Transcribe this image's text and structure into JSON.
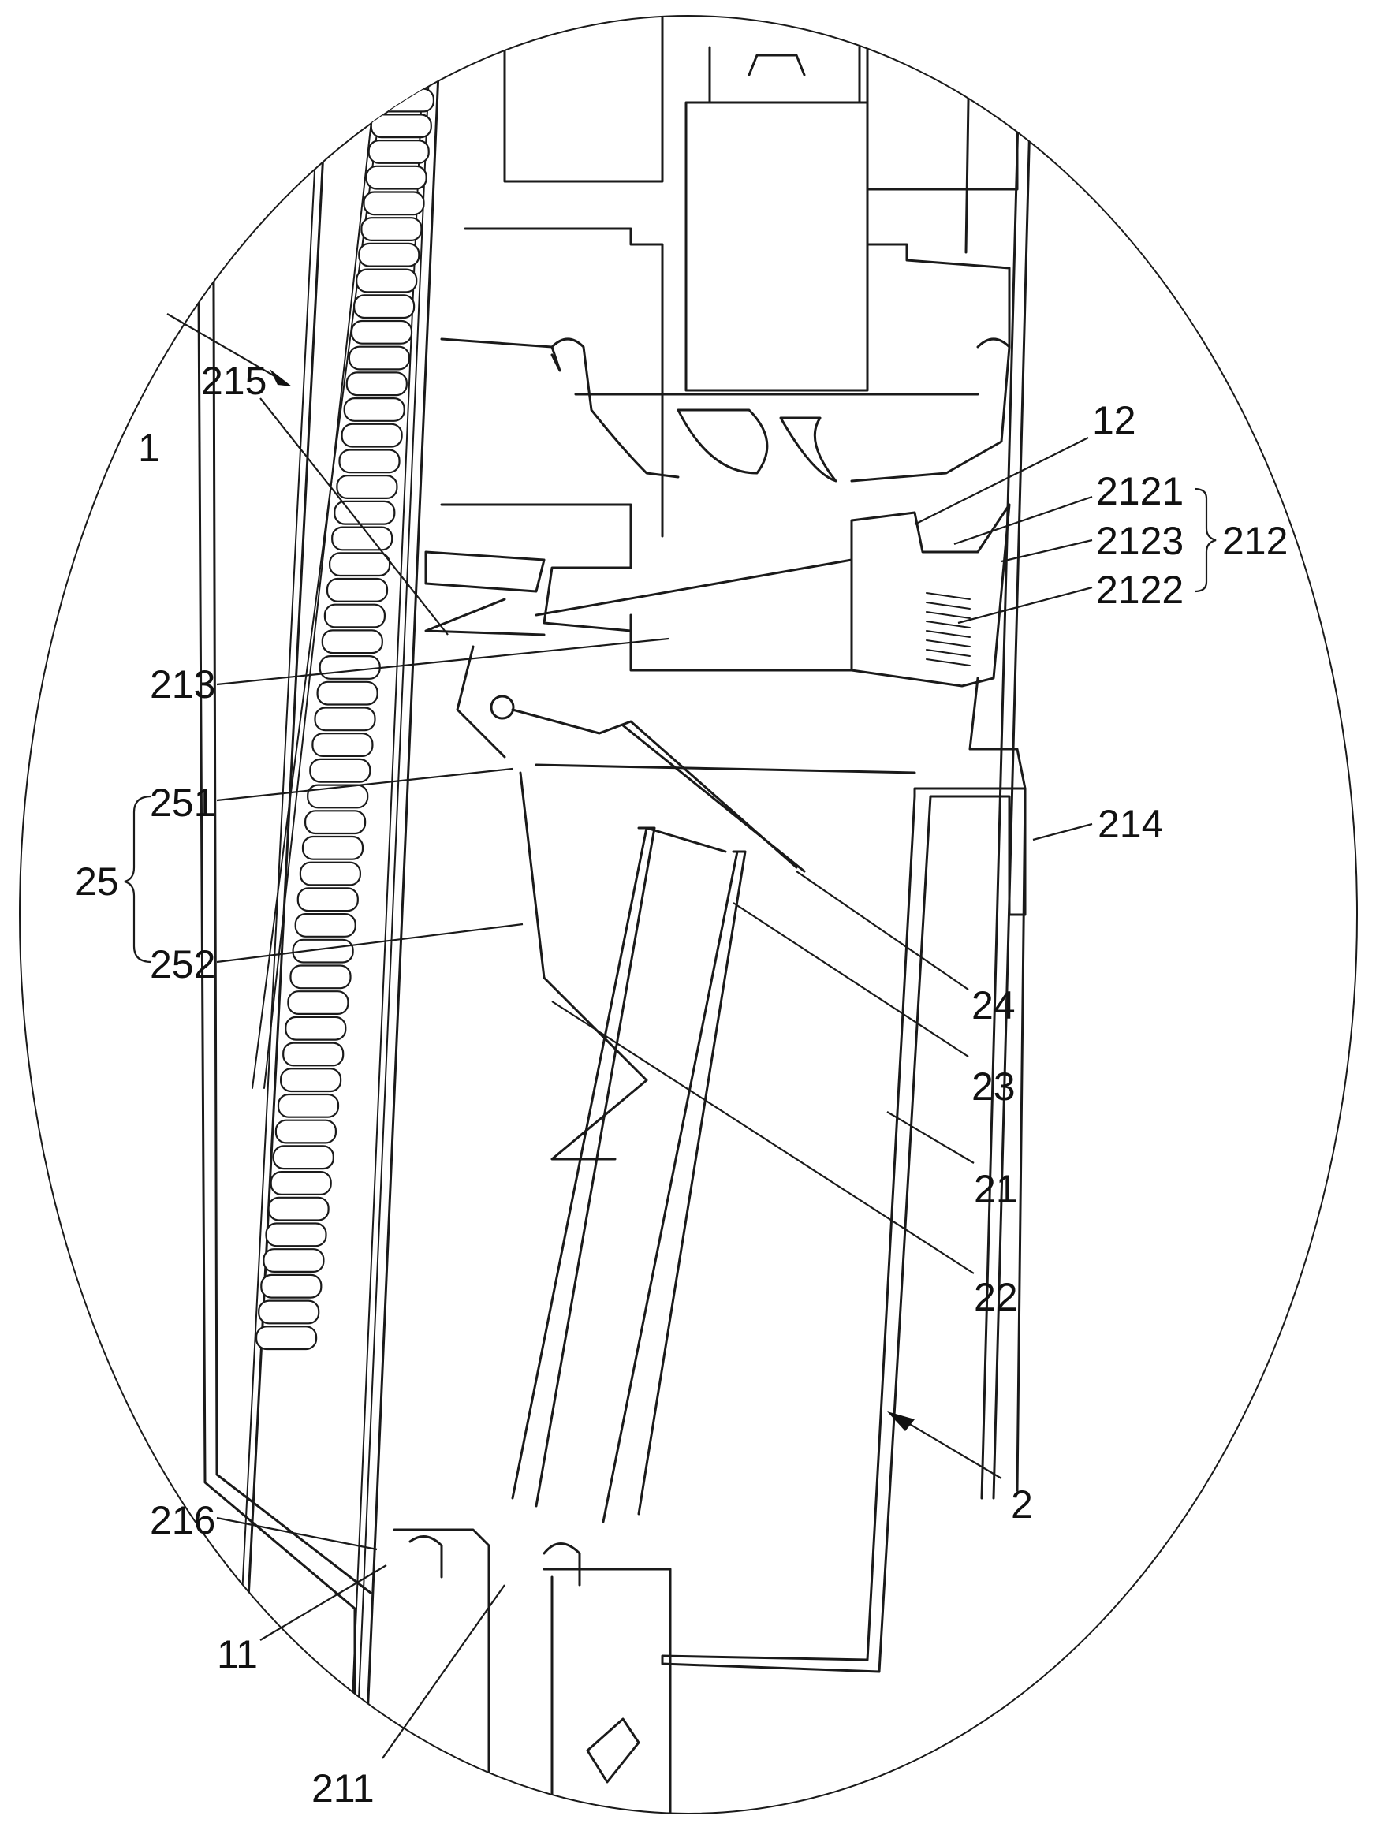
{
  "figure": {
    "labels": [
      {
        "id": "1",
        "text": "1"
      },
      {
        "id": "215",
        "text": "215"
      },
      {
        "id": "12",
        "text": "12"
      },
      {
        "id": "2121",
        "text": "2121"
      },
      {
        "id": "2123",
        "text": "2123"
      },
      {
        "id": "2122",
        "text": "2122"
      },
      {
        "id": "212",
        "text": "212"
      },
      {
        "id": "213",
        "text": "213"
      },
      {
        "id": "251",
        "text": "251"
      },
      {
        "id": "25",
        "text": "25"
      },
      {
        "id": "214",
        "text": "214"
      },
      {
        "id": "252",
        "text": "252"
      },
      {
        "id": "24",
        "text": "24"
      },
      {
        "id": "23",
        "text": "23"
      },
      {
        "id": "21",
        "text": "21"
      },
      {
        "id": "22",
        "text": "22"
      },
      {
        "id": "2",
        "text": "2"
      },
      {
        "id": "216",
        "text": "216"
      },
      {
        "id": "11",
        "text": "11"
      },
      {
        "id": "211",
        "text": "211"
      }
    ]
  }
}
